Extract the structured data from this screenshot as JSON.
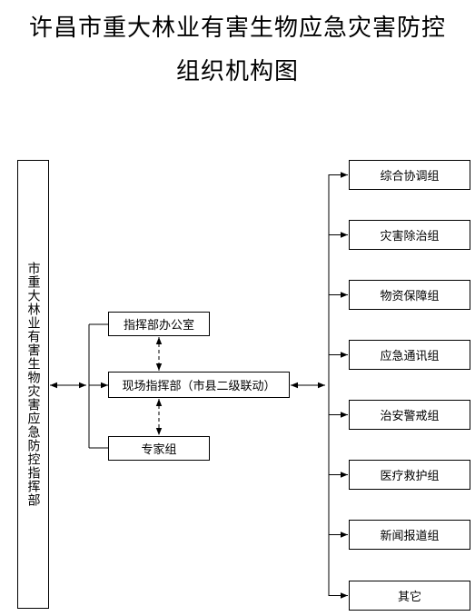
{
  "title": {
    "line1": "许昌市重大林业有害生物应急灾害防控",
    "line2": "组织机构图"
  },
  "command_hq": "市重大林业有害生物灾害应急防控指挥部",
  "office": "指挥部办公室",
  "scene_hq": "现场指挥部（市县二级联动）",
  "expert_group": "专家组",
  "groups": [
    "综合协调组",
    "灾害除治组",
    "物资保障组",
    "应急通讯组",
    "治安警戒组",
    "医疗救护组",
    "新闻报道组",
    "其它"
  ]
}
